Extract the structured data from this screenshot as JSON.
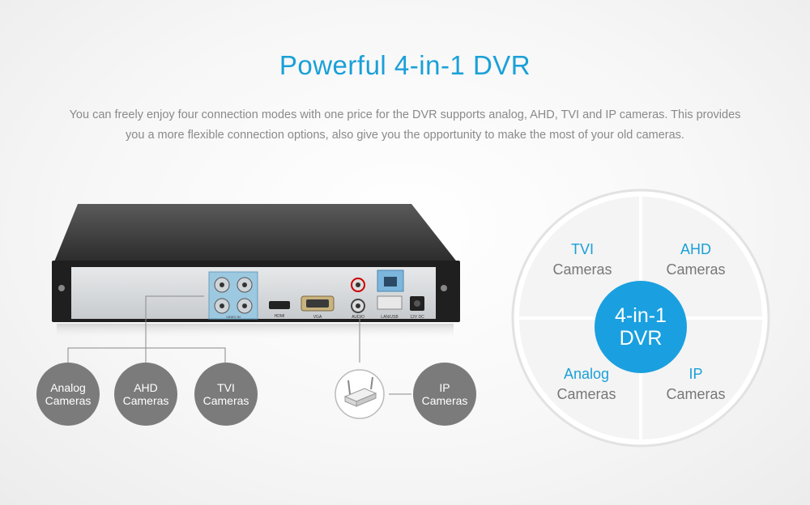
{
  "header": {
    "title": "Powerful 4-in-1 DVR",
    "description_line1": "You can freely enjoy four connection modes with one price for the DVR supports analog, AHD, TVI and IP cameras. This provides",
    "description_line2": "you a more flexible connection options, also give you the opportunity to make the most of your old cameras."
  },
  "dvr_panel": {
    "port_labels": {
      "video_in": "VIDEO IN",
      "hdmi": "HDMI",
      "vga": "VGA",
      "audio": "AUDIO",
      "lan_usb": "LAN/USB",
      "power": "12V DC"
    }
  },
  "bubbles": {
    "analog": {
      "line1": "Analog",
      "line2": "Cameras"
    },
    "ahd": {
      "line1": "AHD",
      "line2": "Cameras"
    },
    "tvi": {
      "line1": "TVI",
      "line2": "Cameras"
    },
    "ip": {
      "line1": "IP",
      "line2": "Cameras"
    }
  },
  "wheel": {
    "hub_line1": "4-in-1",
    "hub_line2": "DVR",
    "tvi": {
      "title": "TVI",
      "sub": "Cameras"
    },
    "ahd": {
      "title": "AHD",
      "sub": "Cameras"
    },
    "analog": {
      "title": "Analog",
      "sub": "Cameras"
    },
    "ip": {
      "title": "IP",
      "sub": "Cameras"
    }
  },
  "colors": {
    "accent": "#1aa0d8",
    "bubble": "#7b7b7b",
    "text_grey": "#8a8a8a"
  }
}
